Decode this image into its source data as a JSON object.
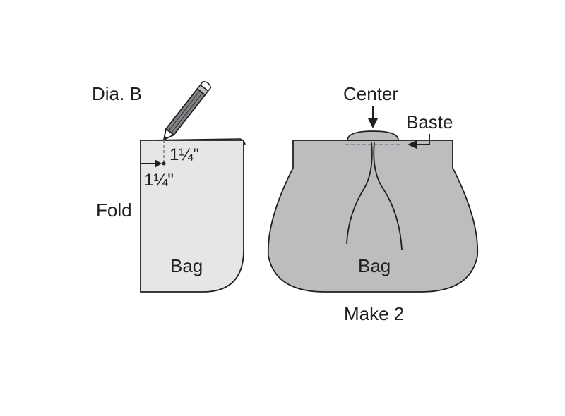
{
  "diagram_label": "Dia. B",
  "left_piece": {
    "fold_label": "Fold",
    "measure_vertical": "1¼\"",
    "measure_horizontal": "1¼\"",
    "piece_label": "Bag"
  },
  "right_piece": {
    "center_label": "Center",
    "baste_label": "Baste",
    "piece_label": "Bag",
    "quantity_label": "Make 2"
  },
  "colors": {
    "outline": "#231f20",
    "left_fill": "#e6e6e7",
    "right_fill": "#bcbdbf",
    "dashed": "#808285"
  },
  "icons": [
    "pencil-icon",
    "arrow-icon"
  ]
}
